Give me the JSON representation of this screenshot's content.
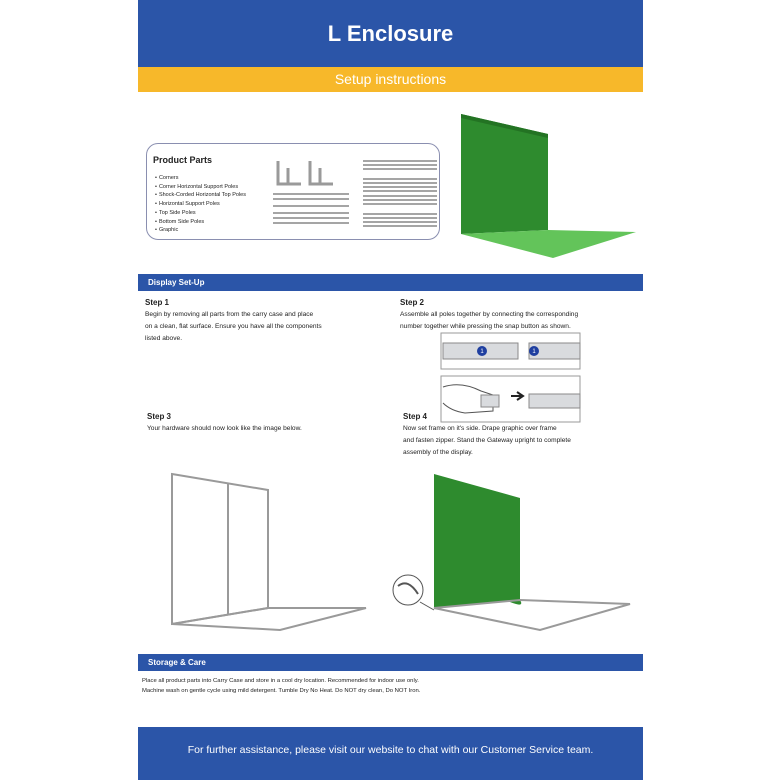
{
  "header": {
    "title": "L Enclosure",
    "subtitle": "Setup instructions"
  },
  "product_parts": {
    "title": "Product Parts",
    "items": [
      "Corners",
      "Corner Horizontal Support Poles",
      "Shock-Corded Horizontal Top Poles",
      "Horizontal Support Poles",
      "Top Side Poles",
      "Bottom Side Poles",
      "Graphic"
    ]
  },
  "display_setup": {
    "heading": "Display Set-Up",
    "step1": {
      "title": "Step 1",
      "lines": [
        "Begin by removing all parts from the carry case and place",
        "on a clean, flat surface. Ensure you have all the components",
        "listed above."
      ]
    },
    "step2": {
      "title": "Step 2",
      "lines": [
        "Assemble all poles together by connecting the corresponding",
        "number together while pressing the snap button as shown."
      ],
      "pole_number": "1"
    },
    "step3": {
      "title": "Step 3",
      "lines": [
        "Your hardware should now look like the image below."
      ]
    },
    "step4": {
      "title": "Step 4",
      "lines": [
        "Now set frame on it's side. Drape graphic over frame",
        "and fasten zipper. Stand the Gateway upright to complete",
        "assembly of the display."
      ]
    }
  },
  "storage_care": {
    "heading": "Storage & Care",
    "lines": [
      "Place all product parts into Carry Case and store in a cool dry location. Recommended for indoor use only.",
      "Machine wash on gentle cycle using mild detergent. Tumble Dry No Heat. Do NOT dry clean, Do NOT Iron."
    ]
  },
  "footer": {
    "text": "For further assistance, please visit our website  to chat with our Customer Service team."
  },
  "colors": {
    "brand_blue": "#2b55a8",
    "accent_yellow": "#f7b82a",
    "graphic_green": "#2e8b2e",
    "floor_green": "#63c45a"
  }
}
